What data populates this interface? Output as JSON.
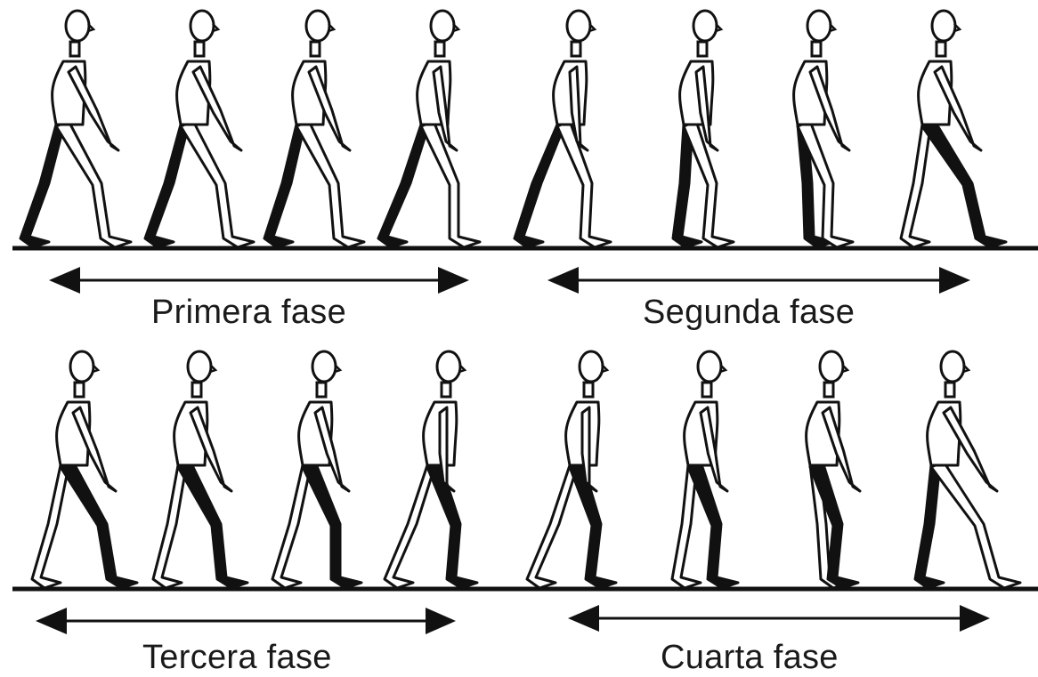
{
  "phases": [
    {
      "label": "Primera fase"
    },
    {
      "label": "Segunda fase"
    },
    {
      "label": "Tercera fase"
    },
    {
      "label": "Cuarta fase"
    }
  ],
  "figures_per_phase": 4,
  "colors": {
    "ink": "#111111",
    "leg_highlight": "#111111",
    "body_fill": "#ffffff",
    "background": "#ffffff"
  }
}
